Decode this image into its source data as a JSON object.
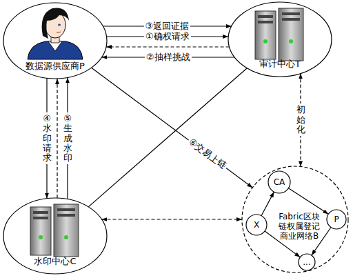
{
  "diagram": {
    "nodes": [
      {
        "text": [
          "数据源供应商P"
        ]
      },
      {
        "text": [
          "审计中心T"
        ]
      },
      {
        "text": [
          "水印中心C"
        ]
      },
      {
        "text": [
          "Fabric区块链权属登记商业网络B"
        ]
      },
      {
        "text": [
          "CA"
        ],
        "in": 3
      },
      {
        "text": [
          "P"
        ],
        "in": 3
      },
      {
        "text": [
          "X"
        ],
        "in": 3
      },
      {
        "text": [
          "..."
        ],
        "in": 3
      }
    ],
    "edges": [
      {
        "from": 0,
        "to": 1,
        "label": "③返回证据",
        "arrow": "to"
      },
      {
        "from": 0,
        "to": 1,
        "label": "①确权请求",
        "arrow": "to"
      },
      {
        "from": 1,
        "to": 0,
        "arrow": "to"
      },
      {
        "from": 1,
        "to": 0,
        "label": "②抽样挑战",
        "arrow": "to"
      },
      {
        "from": 0,
        "to": 2,
        "label": "④水印请求",
        "arrow": "to"
      },
      {
        "from": 2,
        "to": 0,
        "arrow": "to"
      },
      {
        "from": 2,
        "to": 0,
        "label": "⑤生成水印",
        "arrow": "to"
      },
      {
        "from": 0,
        "to": 3,
        "label": "⑥交易上链",
        "arrow": "to"
      },
      {
        "from": 1,
        "to": 2,
        "arrow": "none"
      },
      {
        "from": 1,
        "to": 3,
        "label": "初始化",
        "arrow": "both"
      },
      {
        "from": 2,
        "to": 3,
        "arrow": "both"
      },
      {
        "from": 4,
        "to": 5,
        "arrow": "to"
      },
      {
        "from": 6,
        "to": 4,
        "arrow": "to"
      },
      {
        "from": 5,
        "to": 7,
        "arrow": "to"
      },
      {
        "from": 6,
        "to": 7,
        "arrow": "to"
      }
    ]
  }
}
